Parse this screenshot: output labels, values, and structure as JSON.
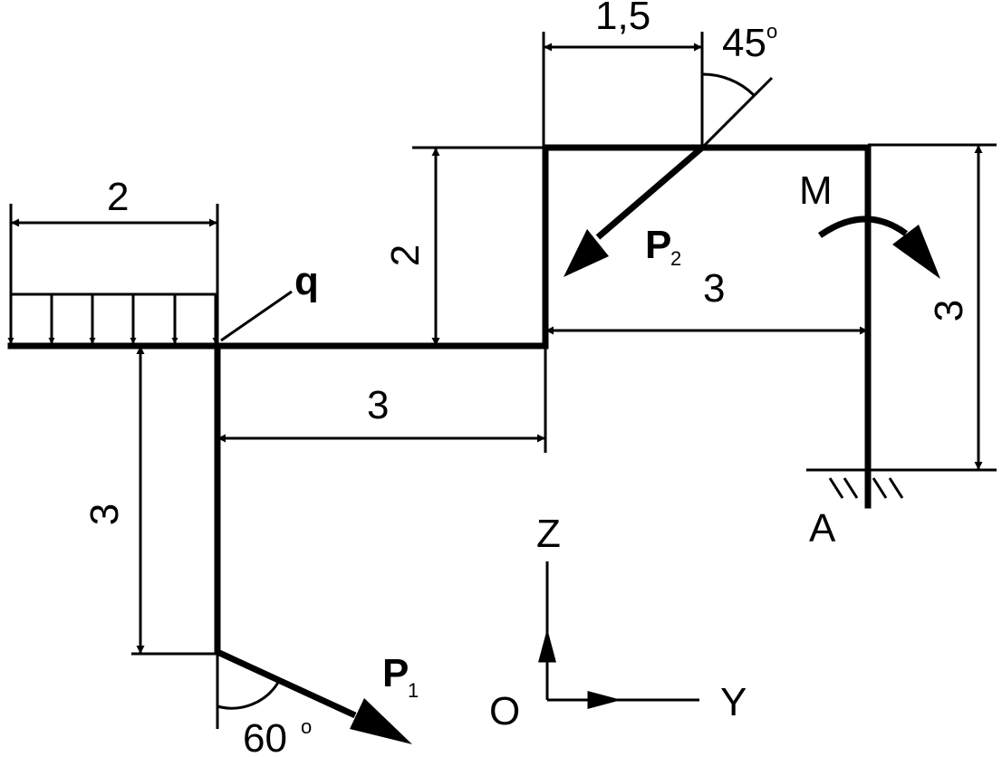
{
  "labels": {
    "dim_top": "1,5",
    "angle_top": "45",
    "angle_bottom": "60",
    "degree_mark": "o",
    "dim_q_width": "2",
    "dim_mid_height": "2",
    "dim_right_span": "3",
    "dim_bottom_span": "3",
    "dim_left_height": "3",
    "dim_right_height": "3",
    "load_q": "q",
    "force_p2": "P",
    "force_p2_sub": "2",
    "force_p1": "P",
    "force_p1_sub": "1",
    "moment_m": "M",
    "support_a": "A",
    "axis_z": "Z",
    "axis_o": "O",
    "axis_y": "Y"
  },
  "colors": {
    "ink": "#000000",
    "background": "#ffffff"
  }
}
